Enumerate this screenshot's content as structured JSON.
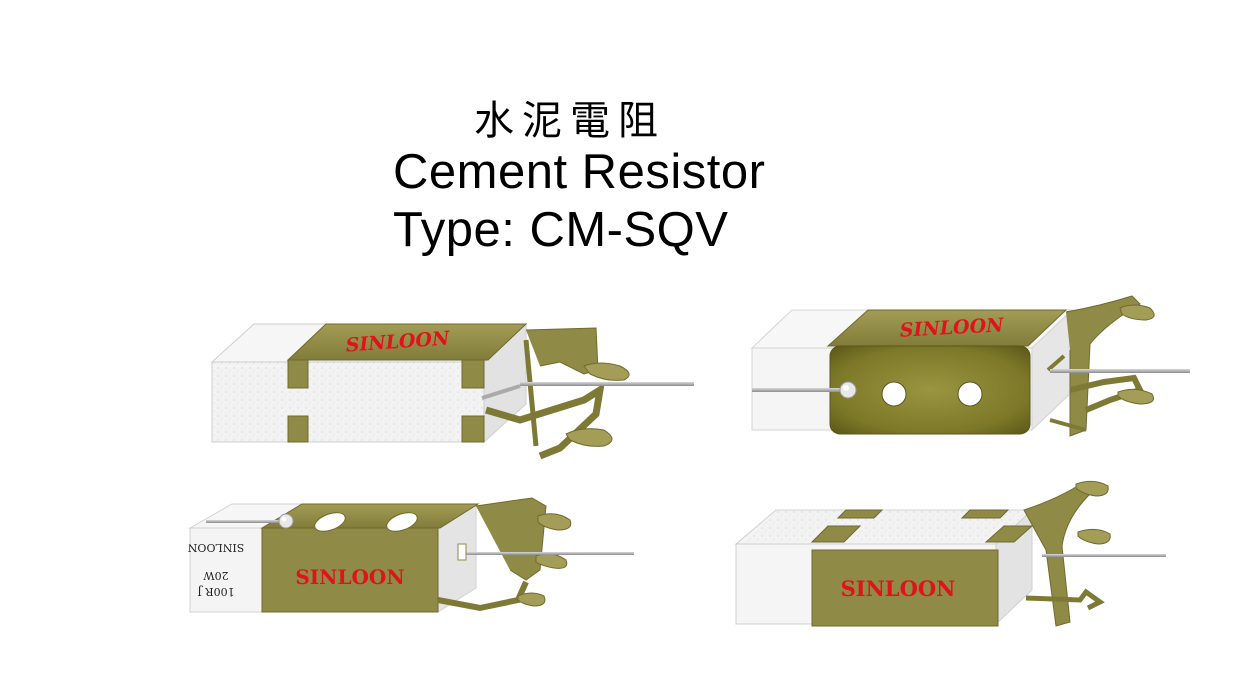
{
  "header": {
    "title_zh": "水泥電阻",
    "title_en": "Cement Resistor",
    "type_label": "Type: CM-SQV"
  },
  "products": [
    {
      "brand": "SINLOON"
    },
    {
      "brand": "SINLOON"
    },
    {
      "brand": "SINLOON",
      "marking_lines": [
        "100R J",
        "20W",
        "SINLOON"
      ]
    },
    {
      "brand": "SINLOON"
    }
  ],
  "colors": {
    "bracket": "#8f8a45",
    "bracket_dark": "#6f6b2e",
    "bracket_light": "#b4ae6a",
    "brand_text": "#e0121b",
    "cement_body": "#f2f2f2",
    "lead_wire": "#a8a8a8"
  }
}
